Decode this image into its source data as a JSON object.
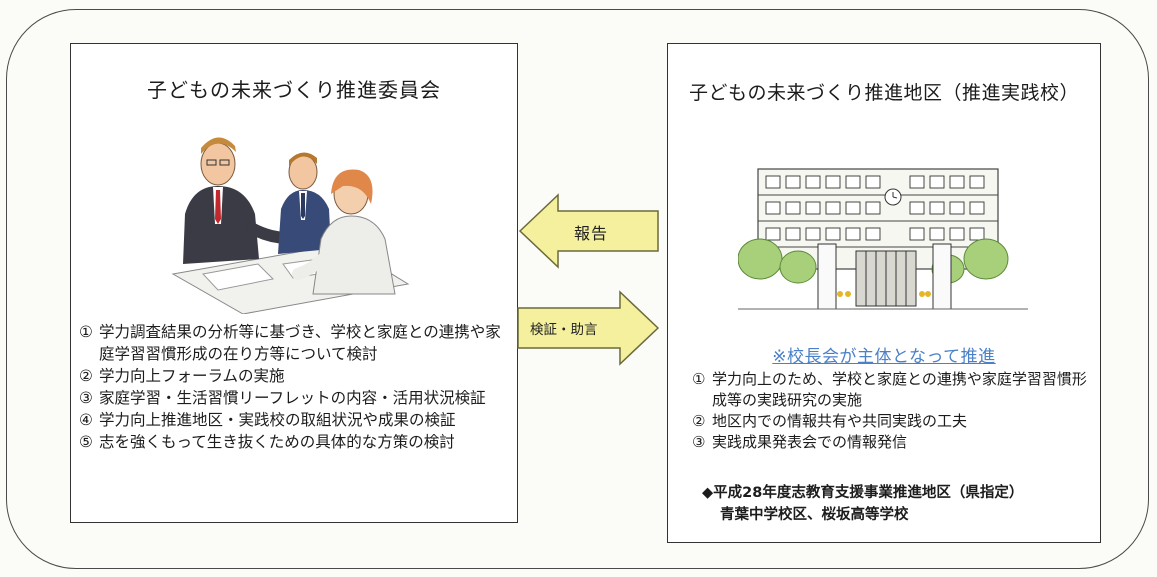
{
  "left_panel": {
    "title": "子どもの未来づくり推進委員会",
    "items": [
      {
        "num": "①",
        "text": "学力調査結果の分析等に基づき、学校と家庭との連携や家庭学習習慣形成の在り方等について検討"
      },
      {
        "num": "②",
        "text": "学力向上フォーラムの実施"
      },
      {
        "num": "③",
        "text": "家庭学習・生活習慣リーフレットの内容・活用状況検証"
      },
      {
        "num": "④",
        "text": "学力向上推進地区・実践校の取組状況や成果の検証"
      },
      {
        "num": "⑤",
        "text": "志を強くもって生き抜くための具体的な方策の検討"
      }
    ],
    "illustration_icon": "meeting-people-icon"
  },
  "arrows": {
    "report_label": "報告",
    "advice_label": "検証・助言",
    "fill_color": "#f4f09e",
    "stroke_color": "#6b6a3a"
  },
  "right_panel": {
    "title": "子どもの未来づくり推進地区（推進実践校）",
    "note": "※校長会が主体となって推進",
    "note_color": "#4a80c8",
    "items": [
      {
        "num": "①",
        "text": "学力向上のため、学校と家庭との連携や家庭学習習慣形成等の実践研究の実施"
      },
      {
        "num": "②",
        "text": "地区内での情報共有や共同実践の工夫"
      },
      {
        "num": "③",
        "text": "実践成果発表会での情報発信"
      }
    ],
    "designation": "◆平成28年度志教育支援事業推進地区（県指定）",
    "designation_schools": "青葉中学校区、桜坂高等学校",
    "illustration_icon": "school-building-icon"
  }
}
